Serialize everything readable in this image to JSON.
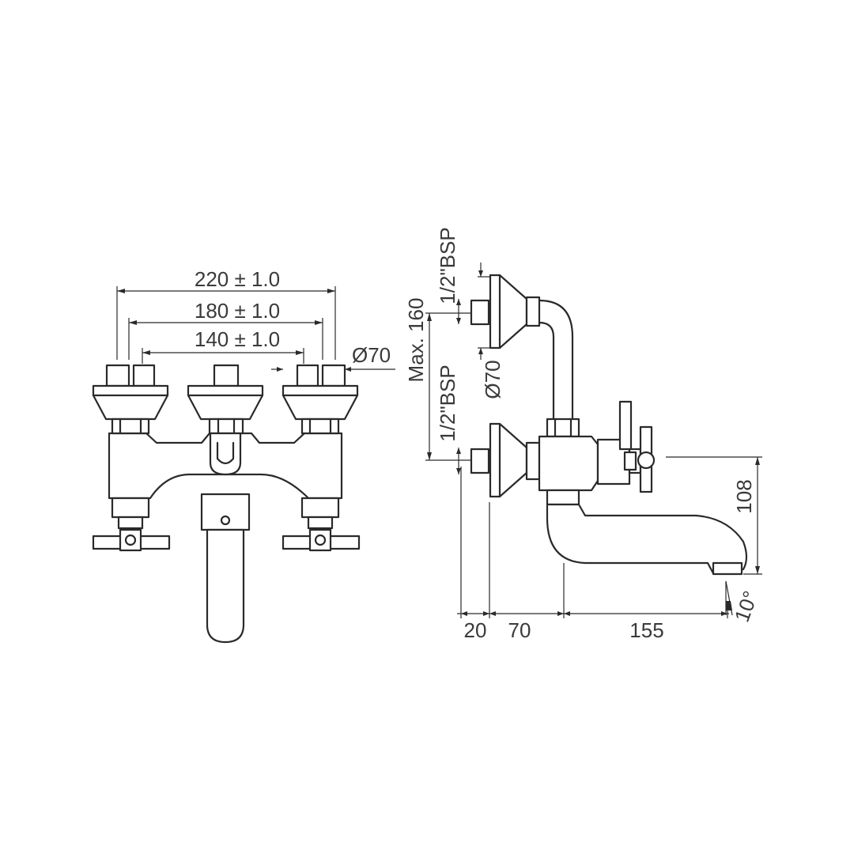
{
  "front_view": {
    "dim_220": "220 ± 1.0",
    "dim_180": "180 ± 1.0",
    "dim_140": "140 ± 1.0",
    "dim_dia70": "Ø70"
  },
  "side_view": {
    "bsp_top": "1/2\"BSP",
    "bsp_bottom": "1/2\"BSP",
    "max160": "Max. 160",
    "dia70": "Ø70",
    "h108": "108",
    "d20": "20",
    "d70": "70",
    "d155": "155",
    "angle10": "10°"
  },
  "colors": {
    "line": "#2a2a2a",
    "text": "#3a3a3a",
    "background": "#ffffff"
  }
}
